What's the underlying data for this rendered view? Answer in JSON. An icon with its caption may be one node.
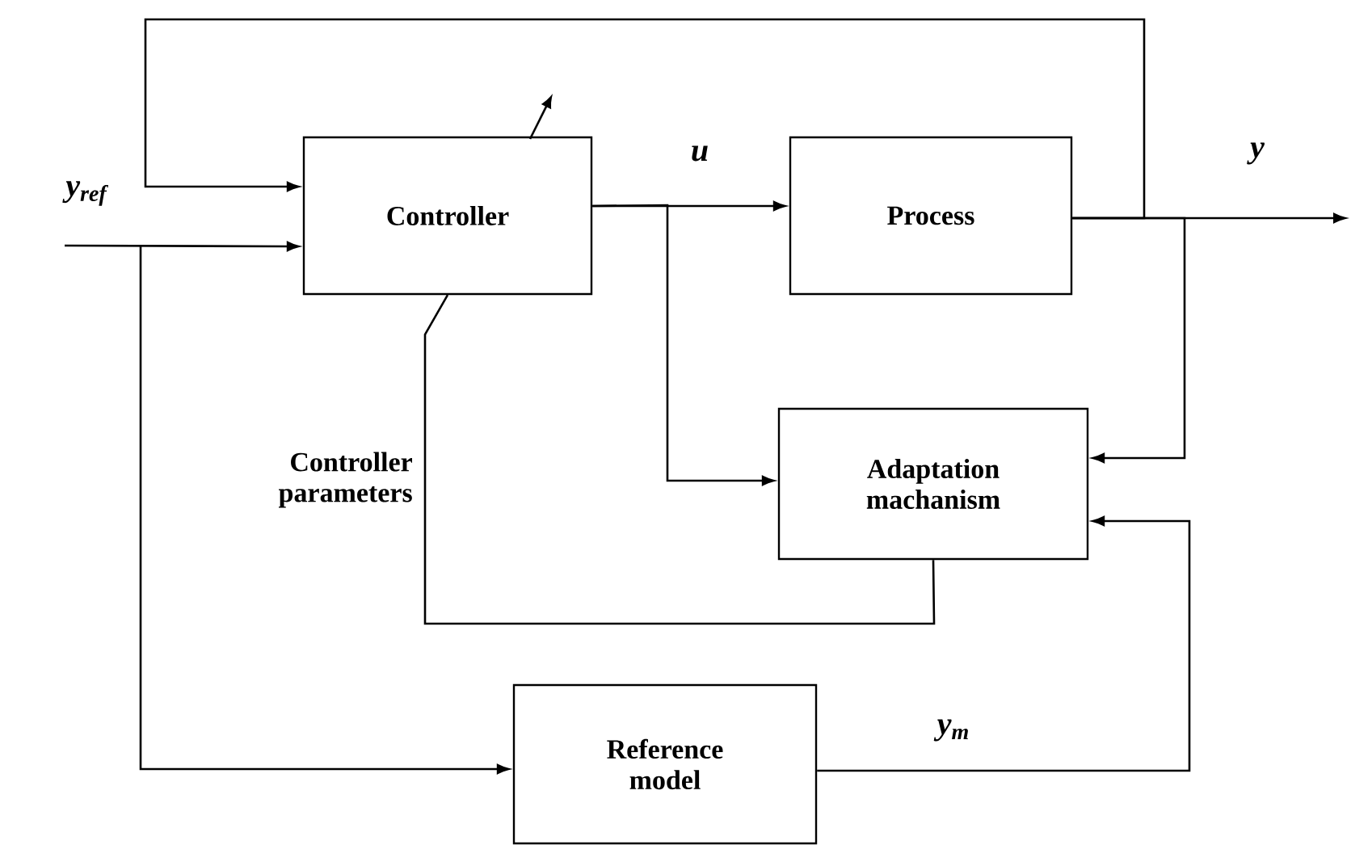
{
  "diagram": {
    "nodes": [
      {
        "text": [
          "y$_{ref}$"
        ]
      },
      {
        "text": [
          "Controller"
        ]
      },
      {
        "text": [
          "Process"
        ]
      },
      {
        "text": [
          "Adaptation machanism"
        ]
      },
      {
        "text": [
          "Reference model"
        ]
      }
    ],
    "edges": [
      {
        "from": 0,
        "to": 1,
        "arrow": "to"
      },
      {
        "from": 0,
        "to": 4,
        "arrow": "to"
      },
      {
        "from": 1,
        "to": 2,
        "arrow": "to",
        "label": "u"
      },
      {
        "from": 1,
        "to": 3,
        "arrow": "to"
      },
      {
        "from": 2,
        "to": null,
        "arrow": "to",
        "label": "y"
      },
      {
        "from": 2,
        "to": 1,
        "arrow": "to"
      },
      {
        "from": 2,
        "to": 3,
        "arrow": "to"
      },
      {
        "from": 4,
        "to": 3,
        "arrow": "to",
        "label": "y$_{m}$"
      },
      {
        "from": 3,
        "to": 1,
        "arrow": "none",
        "label": "Controller parameters"
      }
    ]
  }
}
